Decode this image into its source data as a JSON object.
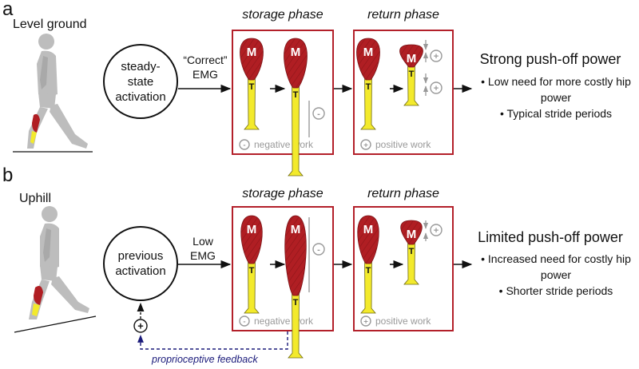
{
  "panels": [
    {
      "letter": "a",
      "condition": "Level ground",
      "source": "steady-state activation",
      "emg": "“Correct” EMG",
      "storage_title": "storage phase",
      "return_title": "return phase",
      "storage_work": "negative work",
      "return_work": "positive work",
      "outcome_title": "Strong push-off power",
      "outcome_items": [
        "Low need for more costly hip power",
        "Typical stride periods"
      ]
    },
    {
      "letter": "b",
      "condition": "Uphill",
      "source": "previous activation",
      "emg": "Low EMG",
      "storage_title": "storage phase",
      "return_title": "return phase",
      "storage_work": "negative work",
      "return_work": "positive work",
      "outcome_title": "Limited push-off power",
      "outcome_items": [
        "Increased need for costly hip power",
        "Shorter stride periods"
      ],
      "feedback": "proprioceptive feedback"
    }
  ],
  "symbols": {
    "muscle": "M",
    "tendon": "T",
    "plus": "+",
    "minus": "-"
  },
  "colors": {
    "muscle": "#b01e23",
    "tendon": "#f3ea2c",
    "box": "#b3202a",
    "feedback": "#1a1a7a",
    "figure": "#bdbdbd"
  }
}
